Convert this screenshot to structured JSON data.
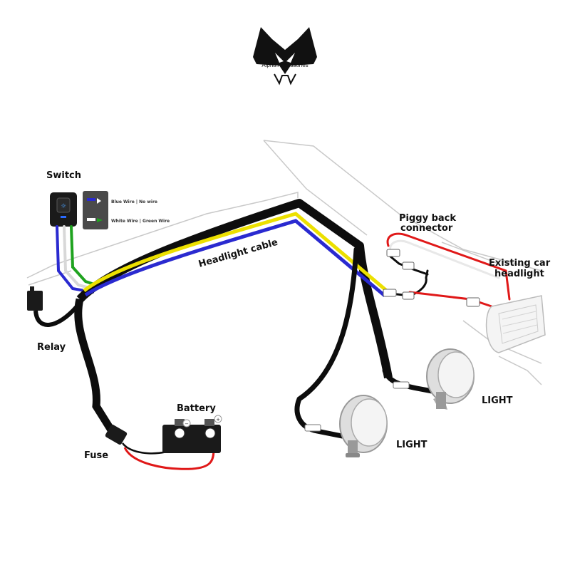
{
  "brand": {
    "name": "Alpha Accessories",
    "logo_icon": "wolf-head-logo-icon"
  },
  "labels": {
    "switch": "Switch",
    "blue_wire": "Blue Wire | No wire",
    "white_wire": "White Wire | Green Wire",
    "headlight_cable": "Headlight cable",
    "piggy_back_line1": "Piggy back",
    "piggy_back_line2": "connector",
    "existing_line1": "Existing car",
    "existing_line2": "headlight",
    "relay": "Relay",
    "battery": "Battery",
    "fuse": "Fuse",
    "light_right": "LIGHT",
    "light_bottom": "LIGHT"
  },
  "colors": {
    "harness": "#0d0d0d",
    "blue_wire": "#2a2ad0",
    "yellow_wire": "#ece000",
    "green_wire": "#1fa31f",
    "red_wire": "#e01818",
    "line_art": "#c8c8c8"
  }
}
